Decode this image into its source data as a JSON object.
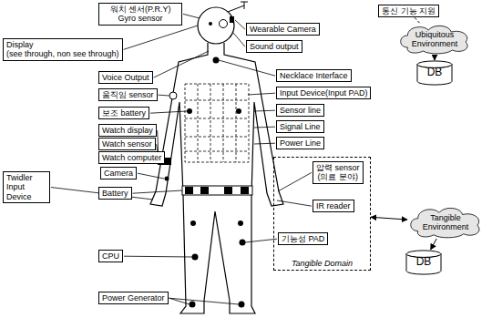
{
  "diagram": {
    "nodes": [
      {
        "text": [
          "워치 센서(P.R.Y)",
          "Gyro sensor"
        ]
      },
      {
        "text": [
          "Display",
          "(see through, non see through)"
        ]
      },
      {
        "text": [
          "Voice Output"
        ]
      },
      {
        "text": [
          "움직임 sensor"
        ]
      },
      {
        "text": [
          "보조 battery"
        ]
      },
      {
        "text": [
          "Watch display"
        ]
      },
      {
        "text": [
          "Watch sensor"
        ]
      },
      {
        "text": [
          "Watch computer"
        ]
      },
      {
        "text": [
          "Camera"
        ]
      },
      {
        "text": [
          "Twidler Input Device"
        ]
      },
      {
        "text": [
          "Battery"
        ]
      },
      {
        "text": [
          "CPU"
        ]
      },
      {
        "text": [
          "Power Generator"
        ]
      },
      {
        "text": [
          "Wearable Camera"
        ]
      },
      {
        "text": [
          "Sound output"
        ]
      },
      {
        "text": [
          "Necklace Interface"
        ]
      },
      {
        "text": [
          "Input Device(Input PAD)"
        ]
      },
      {
        "text": [
          "Sensor line"
        ]
      },
      {
        "text": [
          "Signal Line"
        ]
      },
      {
        "text": [
          "Power Line"
        ]
      },
      {
        "text": [
          "Tangible Domain"
        ]
      },
      {
        "text": [
          "압력 sensor",
          "(의료 분야)"
        ],
        "in": 20
      },
      {
        "text": [
          "IR reader"
        ],
        "in": 20
      },
      {
        "text": [
          "기능성 PAD"
        ],
        "in": 20
      },
      {
        "text": [
          "통신 기능 지원"
        ]
      },
      {
        "text": [
          "Ubiquitous Environment"
        ]
      },
      {
        "text": [
          "DB"
        ]
      },
      {
        "text": [
          "Tangible Environment"
        ]
      },
      {
        "text": [
          "DB"
        ]
      }
    ],
    "edges": [
      {
        "from": 24,
        "to": 25,
        "arrow": "none"
      },
      {
        "from": 25,
        "to": 26,
        "arrow": "to"
      },
      {
        "from": 20,
        "to": 27,
        "arrow": "both"
      },
      {
        "from": 27,
        "to": 28,
        "arrow": "to"
      }
    ]
  }
}
